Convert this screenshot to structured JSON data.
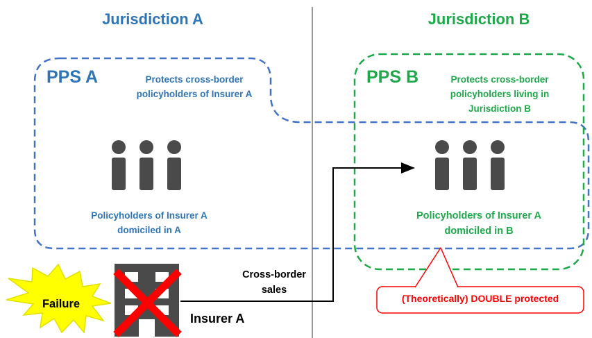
{
  "jurisdictions": {
    "a": {
      "label": "Jurisdiction A",
      "color": "#2e75b6"
    },
    "b": {
      "label": "Jurisdiction B",
      "color": "#1ea84a"
    }
  },
  "pps_a": {
    "title": "PPS A",
    "note_line1": "Protects cross-border",
    "note_line2": "policyholders of Insurer A"
  },
  "pps_b": {
    "title": "PPS B",
    "note_line1": "Protects cross-border",
    "note_line2": "policyholders living in",
    "note_line3": "Jurisdiction B"
  },
  "group_a": {
    "line1": "Policyholders of Insurer A",
    "line2": "domiciled in A",
    "icon": "people-icon"
  },
  "group_b": {
    "line1": "Policyholders of Insurer A",
    "line2": "domiciled in B",
    "icon": "people-icon"
  },
  "insurer": {
    "label": "Insurer A",
    "icon": "building-icon",
    "status_icon": "cross-icon"
  },
  "failure": {
    "label": "Failure",
    "color": "#ffff00"
  },
  "flow": {
    "line1": "Cross-border",
    "line2": "sales"
  },
  "callout": {
    "label": "(Theoretically) DOUBLE protected",
    "color": "#ff0000"
  }
}
